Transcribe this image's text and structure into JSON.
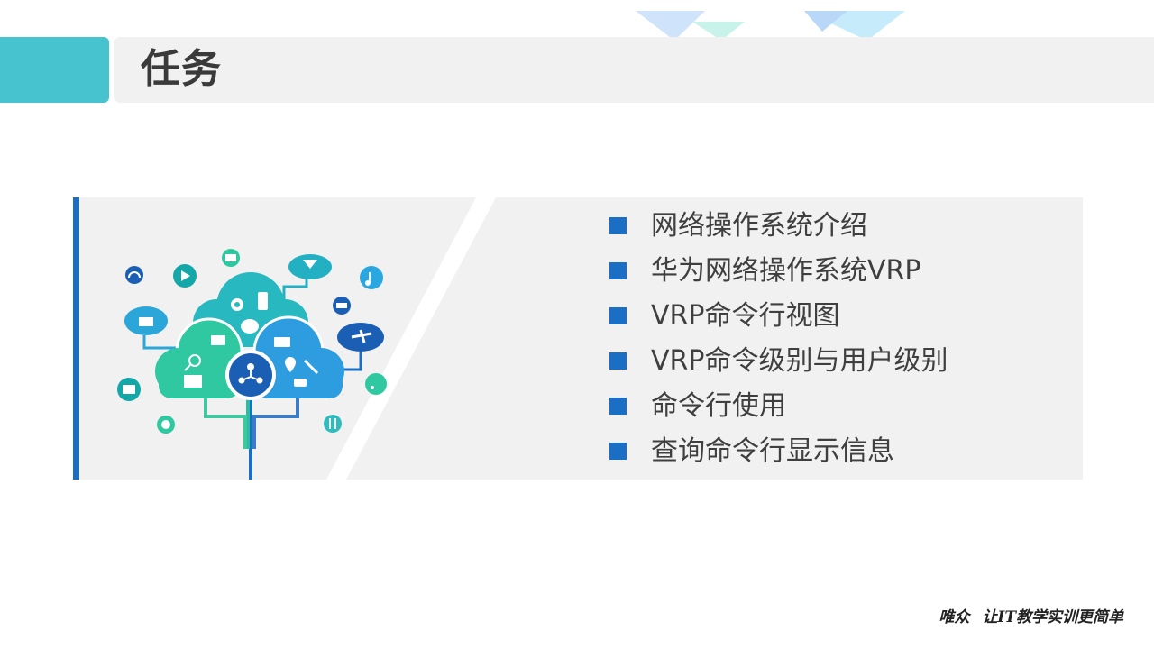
{
  "header": {
    "title": "任务"
  },
  "tasks": [
    "网络操作系统介绍",
    "华为网络操作系统VRP",
    "VRP命令行视图",
    "VRP命令级别与用户级别",
    "命令行使用",
    "查询命令行显示信息"
  ],
  "footer": {
    "brand": "唯众",
    "slogan": "让IT教学实训更简单"
  },
  "colors": {
    "accent_teal": "#46c3cf",
    "accent_blue": "#1a6fc4",
    "panel_gray": "#f1f1f1"
  },
  "illustration": {
    "icons": [
      "headphones-icon",
      "play-icon",
      "mail-icon",
      "cocktail-icon",
      "music-note-icon",
      "shopping-basket-icon",
      "gear-icon",
      "phone-icon",
      "chat-bubble-icon",
      "car-icon",
      "airplane-icon",
      "briefcase-icon",
      "credit-card-icon",
      "search-icon",
      "book-icon",
      "network-user-icon",
      "location-pin-icon",
      "wrench-icon",
      "coffee-icon",
      "camera-icon",
      "rss-icon",
      "globe-icon",
      "restaurant-icon"
    ]
  }
}
